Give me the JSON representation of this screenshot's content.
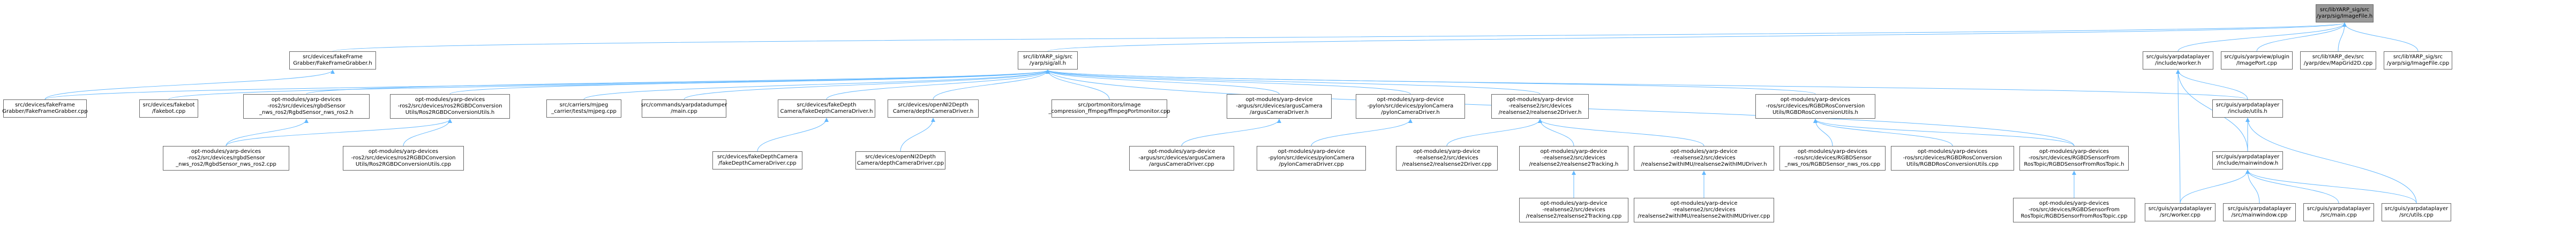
{
  "diagram": {
    "nodes": [
      {
        "id": "root",
        "label": "src/libYARP_sig/src\n/yarp/sig/ImageFile.h",
        "root": true
      },
      {
        "id": "fakeframegrabber_h",
        "label": "src/devices/fakeFrame\nGrabber/FakeFrameGrabber.h"
      },
      {
        "id": "yarpsig_h",
        "label": "src/libYARP_sig/src\n/yarp/sig/all.h"
      },
      {
        "id": "yarpdataplayer_worker_h",
        "label": "src/guis/yarpdataplayer\n/include/worker.h"
      },
      {
        "id": "imageport",
        "label": "src/guis/yarpview/plugin\n/ImagePort.cpp"
      },
      {
        "id": "mapgrid2d",
        "label": "src/libYARP_dev/src\n/yarp/dev/MapGrid2D.cpp"
      },
      {
        "id": "imagefile_cpp",
        "label": "src/libYARP_sig/src\n/yarp/sig/ImageFile.cpp"
      },
      {
        "id": "fakeframegrabber_cpp",
        "label": "src/devices/fakeFrame\nGrabber/FakeFrameGrabber.cpp"
      },
      {
        "id": "fakebot",
        "label": "src/devices/fakebot\n/fakebot.cpp"
      },
      {
        "id": "rgbdsensor_h",
        "label": "opt-modules/yarp-devices\n-ros2/src/devices/rgbdSensor\n_nws_ros2/RgbdSensor_nws_ros2.h"
      },
      {
        "id": "ros2conv_h",
        "label": "opt-modules/yarp-devices\n-ros2/src/devices/ros2RGBDConversion\nUtils/Ros2RGBDConversionUtils.h"
      },
      {
        "id": "mjpeg",
        "label": "src/carriers/mjpeg\n_carrier/tests/mjpeg.cpp"
      },
      {
        "id": "yarpdatadumper",
        "label": "src/commands/yarpdatadumper\n/main.cpp"
      },
      {
        "id": "fakedepth_h",
        "label": "src/devices/fakeDepth\nCamera/fakeDepthCameraDriver.h"
      },
      {
        "id": "openni2_h",
        "label": "src/devices/openNI2Depth\nCamera/depthCameraDriver.h"
      },
      {
        "id": "ffmpeg",
        "label": "src/portmonitors/image\n_compression_ffmpeg/ffmpegPortmonitor.cpp"
      },
      {
        "id": "arguscam_h",
        "label": "opt-modules/yarp-device\n-argus/src/devices/argusCamera\n/argusCameraDriver.h"
      },
      {
        "id": "pyloncam_h",
        "label": "opt-modules/yarp-device\n-pylon/src/devices/pylonCamera\n/pylonCameraDriver.h"
      },
      {
        "id": "realsense2_h",
        "label": "opt-modules/yarp-device\n-realsense2/src/devices\n/realsense2/realsense2Driver.h"
      },
      {
        "id": "rosconv_h",
        "label": "opt-modules/yarp-devices\n-ros/src/devices/RGBDRosConversion\nUtils/RGBDRosConversionUtils.h"
      },
      {
        "id": "yarpdataplayer_utils_h",
        "label": "src/guis/yarpdataplayer\n/include/utils.h"
      },
      {
        "id": "rgbdsensor_cpp",
        "label": "opt-modules/yarp-devices\n-ros2/src/devices/rgbdSensor\n_nws_ros2/RgbdSensor_nws_ros2.cpp"
      },
      {
        "id": "ros2conv_cpp",
        "label": "opt-modules/yarp-devices\n-ros2/src/devices/ros2RGBDConversion\nUtils/Ros2RGBDConversionUtils.cpp"
      },
      {
        "id": "fakedepth_cpp",
        "label": "src/devices/fakeDepthCamera\n/fakeDepthCameraDriver.cpp"
      },
      {
        "id": "openni2_cpp",
        "label": "src/devices/openNI2Depth\nCamera/depthCameraDriver.cpp"
      },
      {
        "id": "arguscam_cpp",
        "label": "opt-modules/yarp-device\n-argus/src/devices/argusCamera\n/argusCameraDriver.cpp"
      },
      {
        "id": "pyloncam_cpp",
        "label": "opt-modules/yarp-device\n-pylon/src/devices/pylonCamera\n/pylonCameraDriver.cpp"
      },
      {
        "id": "realsense2_cpp",
        "label": "opt-modules/yarp-device\n-realsense2/src/devices\n/realsense2/realsense2Driver.cpp"
      },
      {
        "id": "realsense2_tracking_h",
        "label": "opt-modules/yarp-device\n-realsense2/src/devices\n/realsense2/realsense2Tracking.h"
      },
      {
        "id": "realsense2_imu_h",
        "label": "opt-modules/yarp-device\n-realsense2/src/devices\n/realsense2withIMU/realsense2withIMUDriver.h"
      },
      {
        "id": "rgbdsensor_ros_cpp",
        "label": "opt-modules/yarp-devices\n-ros/src/devices/RGBDSensor\n_nws_ros/RGBDSensor_nws_ros.cpp"
      },
      {
        "id": "rosconv_cpp",
        "label": "opt-modules/yarp-devices\n-ros/src/devices/RGBDRosConversion\nUtils/RGBDRosConversionUtils.cpp"
      },
      {
        "id": "rgbdfromros_h",
        "label": "opt-modules/yarp-devices\n-ros/src/devices/RGBDSensorFrom\nRosTopic/RGBDSensorFromRosTopic.h"
      },
      {
        "id": "yarpdataplayer_mainwindow_h",
        "label": "src/guis/yarpdataplayer\n/include/mainwindow.h"
      },
      {
        "id": "realsense2_tracking_cpp",
        "label": "opt-modules/yarp-device\n-realsense2/src/devices\n/realsense2/realsense2Tracking.cpp"
      },
      {
        "id": "realsense2_imu_cpp",
        "label": "opt-modules/yarp-device\n-realsense2/src/devices\n/realsense2withIMU/realsense2withIMUDriver.cpp"
      },
      {
        "id": "rgbdfromros_cpp",
        "label": "opt-modules/yarp-devices\n-ros/src/devices/RGBDSensorFrom\nRosTopic/RGBDSensorFromRosTopic.cpp"
      },
      {
        "id": "yarpdataplayer_worker_cpp",
        "label": "src/guis/yarpdataplayer\n/src/worker.cpp"
      },
      {
        "id": "yarpdataplayer_mainwindow_cpp",
        "label": "src/guis/yarpdataplayer\n/src/mainwindow.cpp"
      },
      {
        "id": "yarpdataplayer_main_cpp",
        "label": "src/guis/yarpdataplayer\n/src/main.cpp"
      },
      {
        "id": "yarpdataplayer_utils_cpp",
        "label": "src/guis/yarpdataplayer\n/src/utils.cpp"
      }
    ],
    "edges": [
      [
        "root",
        "fakeframegrabber_h"
      ],
      [
        "root",
        "yarpsig_h"
      ],
      [
        "root",
        "yarpdataplayer_worker_h"
      ],
      [
        "root",
        "imageport"
      ],
      [
        "root",
        "mapgrid2d"
      ],
      [
        "root",
        "imagefile_cpp"
      ],
      [
        "fakeframegrabber_h",
        "fakeframegrabber_cpp"
      ],
      [
        "yarpsig_h",
        "fakeframegrabber_cpp"
      ],
      [
        "yarpsig_h",
        "fakebot"
      ],
      [
        "yarpsig_h",
        "rgbdsensor_h"
      ],
      [
        "yarpsig_h",
        "ros2conv_h"
      ],
      [
        "yarpsig_h",
        "mjpeg"
      ],
      [
        "yarpsig_h",
        "yarpdatadumper"
      ],
      [
        "yarpsig_h",
        "fakedepth_h"
      ],
      [
        "yarpsig_h",
        "openni2_h"
      ],
      [
        "yarpsig_h",
        "ffmpeg"
      ],
      [
        "yarpsig_h",
        "arguscam_h"
      ],
      [
        "yarpsig_h",
        "pyloncam_h"
      ],
      [
        "yarpsig_h",
        "realsense2_h"
      ],
      [
        "yarpsig_h",
        "rosconv_h"
      ],
      [
        "yarpsig_h",
        "rgbdfromros_h"
      ],
      [
        "yarpsig_h",
        "yarpdataplayer_utils_h"
      ],
      [
        "rgbdsensor_h",
        "rgbdsensor_cpp"
      ],
      [
        "ros2conv_h",
        "rgbdsensor_cpp"
      ],
      [
        "ros2conv_h",
        "ros2conv_cpp"
      ],
      [
        "fakedepth_h",
        "fakedepth_cpp"
      ],
      [
        "openni2_h",
        "openni2_cpp"
      ],
      [
        "arguscam_h",
        "arguscam_cpp"
      ],
      [
        "pyloncam_h",
        "pyloncam_cpp"
      ],
      [
        "realsense2_h",
        "realsense2_cpp"
      ],
      [
        "realsense2_h",
        "realsense2_tracking_h"
      ],
      [
        "realsense2_h",
        "realsense2_imu_h"
      ],
      [
        "realsense2_tracking_h",
        "realsense2_tracking_cpp"
      ],
      [
        "realsense2_imu_h",
        "realsense2_imu_cpp"
      ],
      [
        "rosconv_h",
        "rgbdsensor_ros_cpp"
      ],
      [
        "rosconv_h",
        "rosconv_cpp"
      ],
      [
        "rosconv_h",
        "rgbdfromros_h"
      ],
      [
        "rgbdfromros_h",
        "rgbdfromros_cpp"
      ],
      [
        "yarpdataplayer_worker_h",
        "yarpdataplayer_utils_h"
      ],
      [
        "yarpdataplayer_worker_h",
        "yarpdataplayer_mainwindow_h"
      ],
      [
        "yarpdataplayer_worker_h",
        "yarpdataplayer_worker_cpp"
      ],
      [
        "yarpdataplayer_utils_h",
        "yarpdataplayer_mainwindow_h"
      ],
      [
        "yarpdataplayer_utils_h",
        "yarpdataplayer_utils_cpp"
      ],
      [
        "yarpdataplayer_mainwindow_h",
        "yarpdataplayer_worker_cpp"
      ],
      [
        "yarpdataplayer_mainwindow_h",
        "yarpdataplayer_mainwindow_cpp"
      ],
      [
        "yarpdataplayer_mainwindow_h",
        "yarpdataplayer_main_cpp"
      ],
      [
        "yarpdataplayer_mainwindow_h",
        "yarpdataplayer_utils_cpp"
      ]
    ]
  },
  "colors": {
    "root_fill": "#999999",
    "node_fill": "#ffffff",
    "node_border": "#666666",
    "edge": "#63b8ff"
  }
}
